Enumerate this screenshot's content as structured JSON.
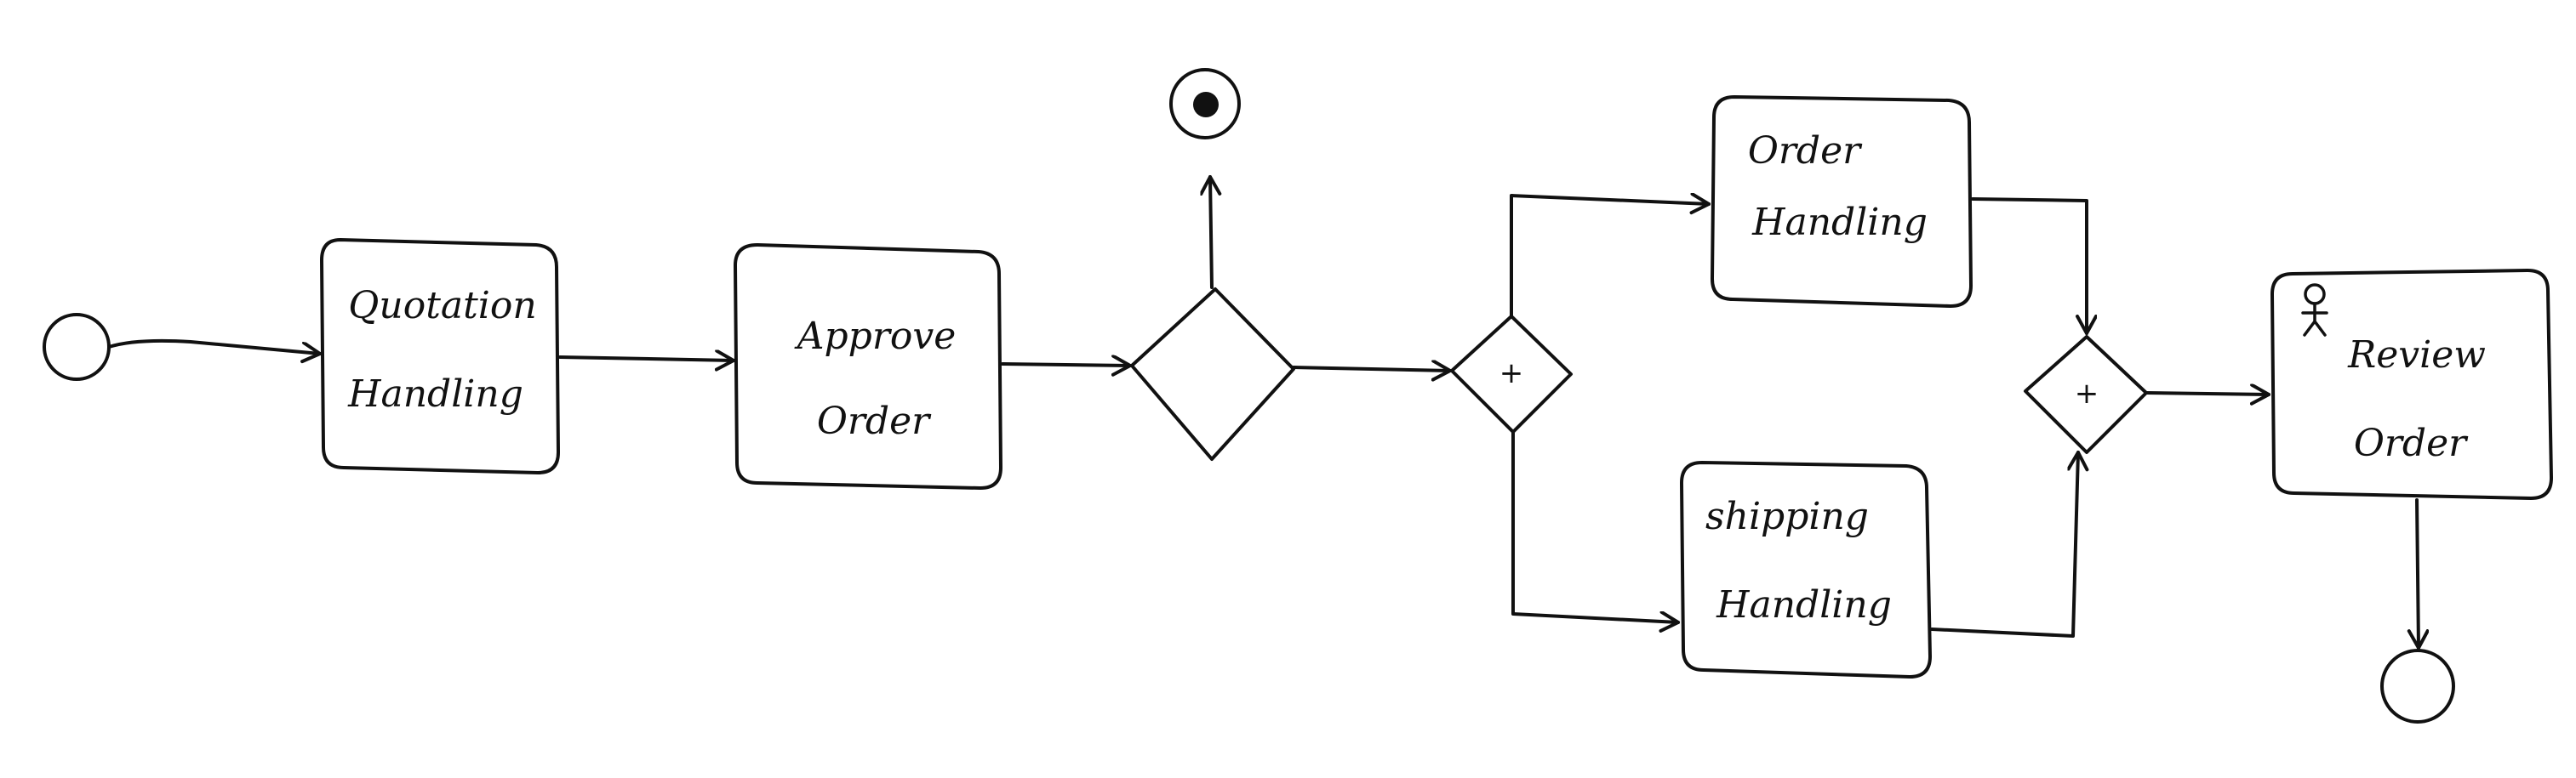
{
  "diagram": {
    "tasks": {
      "quotation": {
        "line1": "Quotation",
        "line2": "Handling"
      },
      "approve": {
        "line1": "Approve",
        "line2": "Order"
      },
      "order_handling": {
        "line1": "Order",
        "line2": "Handling"
      },
      "shipping": {
        "line1": "shipping",
        "line2": "Handling"
      },
      "review": {
        "line1": "Review",
        "line2": "Order"
      }
    },
    "gateways": {
      "split_symbol": "+",
      "join_symbol": "+"
    },
    "icons": {
      "start_event": "circle-icon",
      "end_event": "circle-icon",
      "terminate_event": "filled-circle-icon",
      "user_task_marker": "stick-figure-icon"
    }
  }
}
